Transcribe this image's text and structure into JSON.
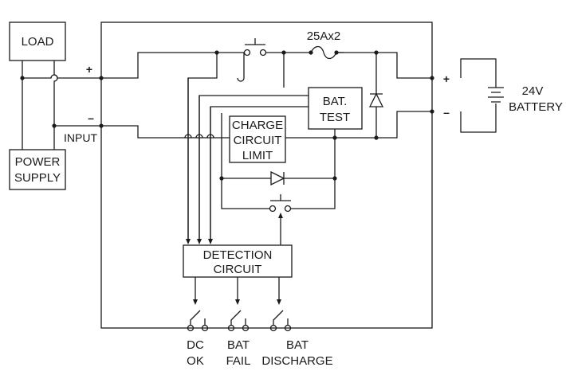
{
  "labels": {
    "load": "LOAD",
    "power_supply_1": "POWER",
    "power_supply_2": "SUPPLY",
    "input": "INPUT",
    "plus": "+",
    "minus": "–",
    "fuse": "25Ax2",
    "bat_test_1": "BAT.",
    "bat_test_2": "TEST",
    "charge_1": "CHARGE",
    "charge_2": "CIRCUIT",
    "charge_3": "LIMIT",
    "detection_1": "DETECTION",
    "detection_2": "CIRCUIT",
    "battery_1": "24V",
    "battery_2": "BATTERY",
    "out_dc_1": "DC",
    "out_dc_2": "OK",
    "out_fail_1": "BAT",
    "out_fail_2": "FAIL",
    "out_dis_1": "BAT",
    "out_dis_2": "DISCHARGE"
  }
}
